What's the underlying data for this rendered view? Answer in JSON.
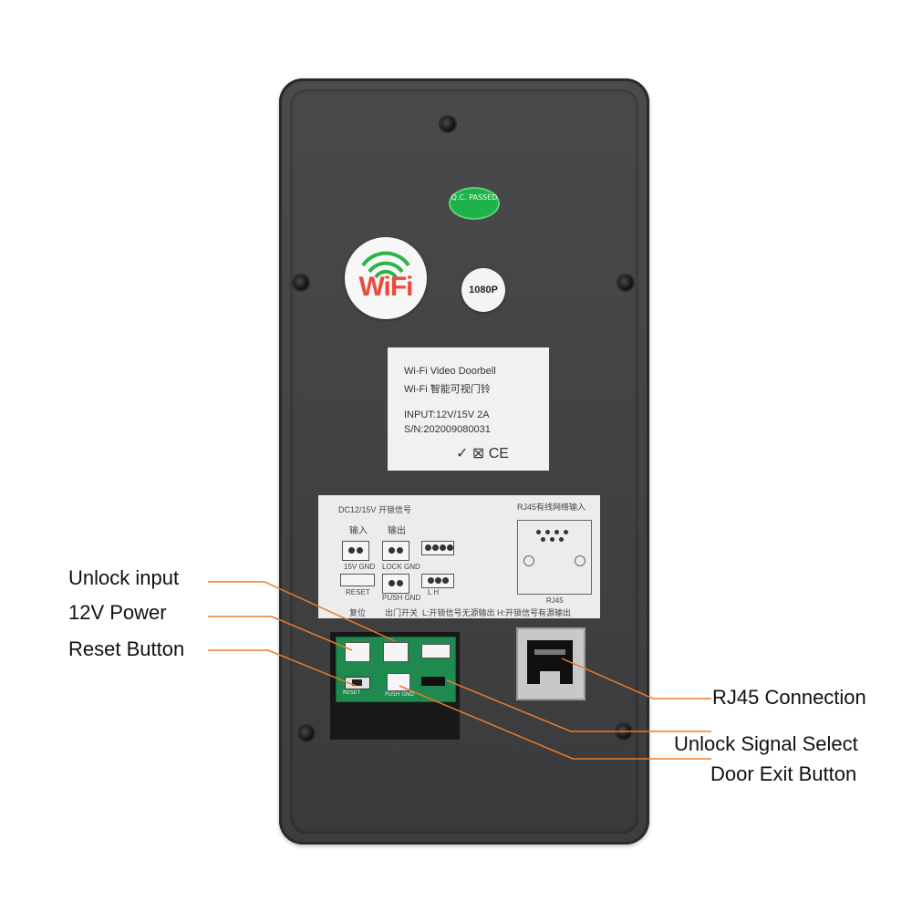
{
  "badges": {
    "qc": "Q.C. PASSED",
    "wifi": "WiFi",
    "resolution": "1080P"
  },
  "product_label": {
    "line1": "Wi-Fi  Video Doorbell",
    "line2": "Wi-Fi 智能可视门铃",
    "line3": "INPUT:12V/15V 2A",
    "line4": "S/N:202009080031",
    "marks": "✓ ⊠ CE"
  },
  "wiring_label": {
    "left_title": "DC12/15V 开锁信号",
    "right_title": "RJ45有线网络输入",
    "input": "输入",
    "output": "输出",
    "t1": "15V GND",
    "t2": "LOCK GND",
    "reset": "RESET",
    "push": "PUSH GND",
    "lh": "L  H",
    "rj45": "RJ45",
    "fuwei": "复位",
    "exit_switch": "出门开关",
    "note": "L:开锁信号无源输出 H:开锁信号有源输出"
  },
  "pcb": {
    "reset": "RESET",
    "push": "PUSH GND"
  },
  "callouts": {
    "unlock_input": "Unlock input",
    "power": "12V Power",
    "reset_button": "Reset Button",
    "rj45": "RJ45 Connection",
    "unlock_signal": "Unlock Signal Select",
    "door_exit": "Door Exit Button"
  },
  "colors": {
    "leader_line": "#e87b2e",
    "device": "#434345"
  }
}
